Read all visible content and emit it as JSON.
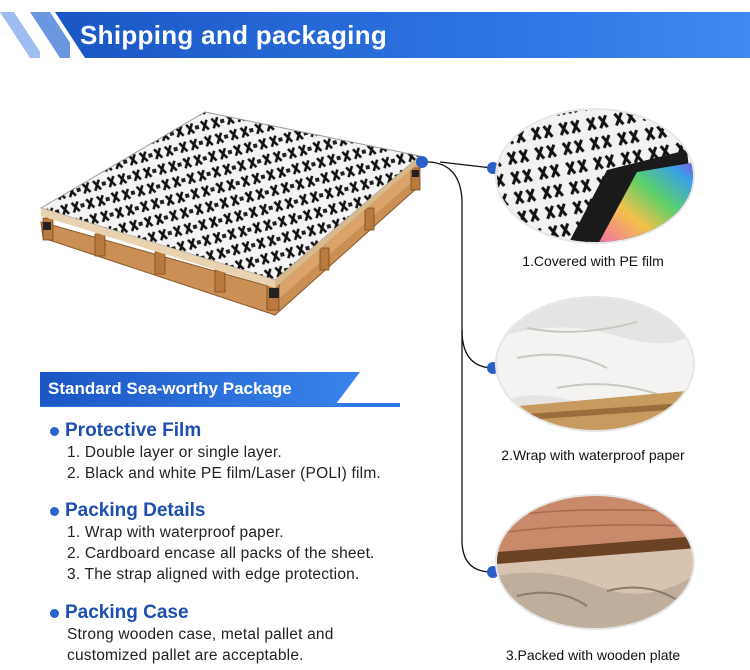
{
  "header": {
    "title": "Shipping and packaging"
  },
  "section": {
    "label": "Standard Sea-worthy Package"
  },
  "blocks": [
    {
      "title": "Protective Film",
      "lines": [
        "1. Double layer or single layer.",
        "2. Black and white PE film/Laser (POLI) film."
      ]
    },
    {
      "title": "Packing Details",
      "lines": [
        "1. Wrap with waterproof paper.",
        "2. Cardboard encase all packs of the sheet.",
        "3. The strap aligned with edge protection."
      ]
    },
    {
      "title": "Packing Case",
      "lines": [
        "Strong wooden case, metal pallet and",
        "customized pallet are acceptable."
      ]
    }
  ],
  "photos": [
    {
      "caption": "1.Covered with PE film",
      "icon": "pe-film-photo"
    },
    {
      "caption": "2.Wrap with waterproof paper",
      "icon": "waterproof-paper-photo"
    },
    {
      "caption": "3.Packed with wooden plate",
      "icon": "wooden-plate-photo"
    }
  ],
  "colors": {
    "brand_blue": "#2f78e6",
    "heading_blue": "#1d4fb0",
    "wood": "#c98f55"
  }
}
